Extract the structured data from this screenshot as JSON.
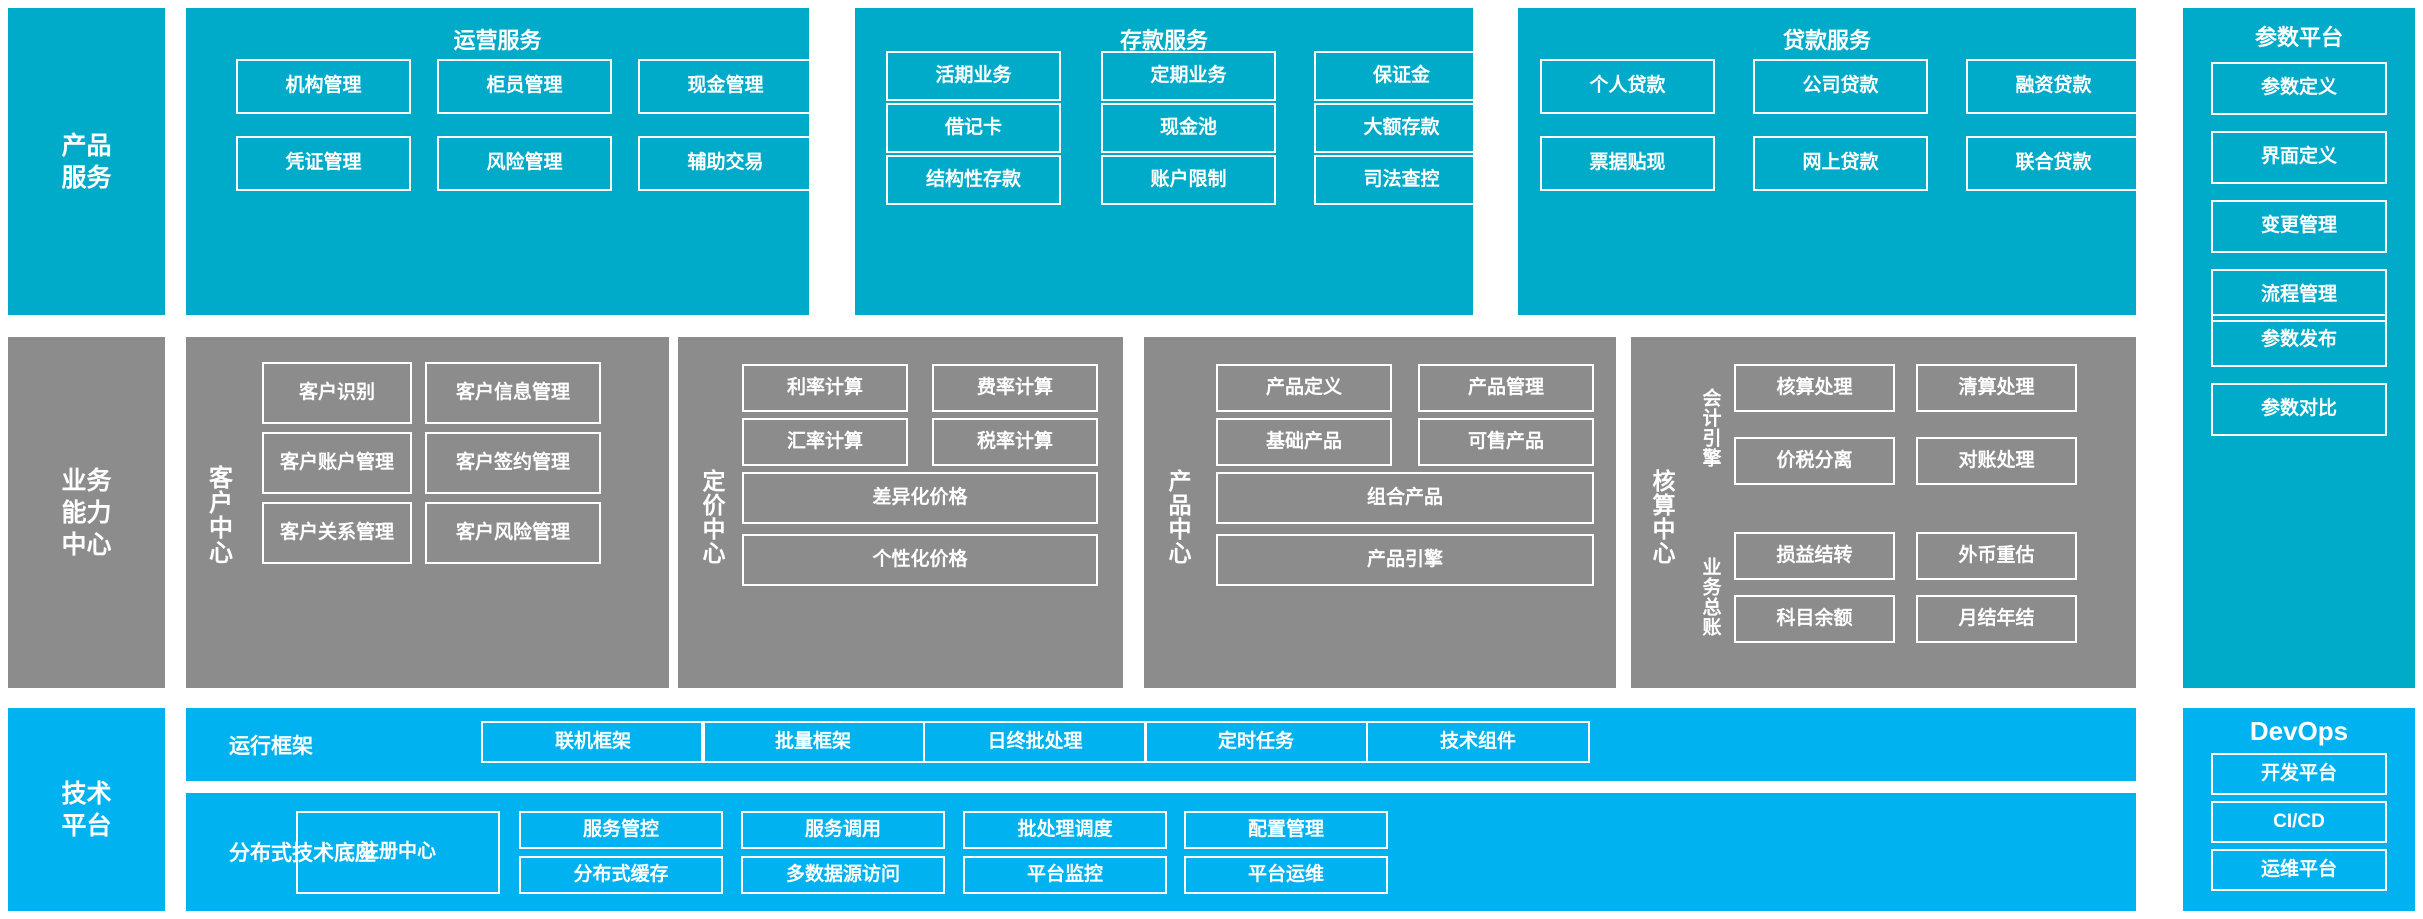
{
  "colors": {
    "teal": "#00abc9",
    "gray": "#8c8c8c",
    "blue": "#00b3f0",
    "border": "#ffffff",
    "background": "#ffffff"
  },
  "bands": {
    "product_services": {
      "label": "产品\n服务",
      "label_line1": "产品",
      "label_line2": "服务",
      "groups": [
        {
          "title": "运营服务",
          "items": [
            "机构管理",
            "柜员管理",
            "现金管理",
            "凭证管理",
            "风险管理",
            "辅助交易"
          ]
        },
        {
          "title": "存款服务",
          "items": [
            "活期业务",
            "定期业务",
            "保证金",
            "借记卡",
            "现金池",
            "大额存款",
            "结构性存款",
            "账户限制",
            "司法查控"
          ]
        },
        {
          "title": "贷款服务",
          "items": [
            "个人贷款",
            "公司贷款",
            "融资贷款",
            "票据贴现",
            "网上贷款",
            "联合贷款"
          ]
        }
      ]
    },
    "business_capability": {
      "label_line1": "业务",
      "label_line2": "能力",
      "label_line3": "中心",
      "centers": [
        {
          "name": "客户中心",
          "rows": [
            [
              "客户识别",
              "客户信息管理"
            ],
            [
              "客户账户管理",
              "客户签约管理"
            ],
            [
              "客户关系管理",
              "客户风险管理"
            ]
          ]
        },
        {
          "name": "定价中心",
          "rows": [
            [
              "利率计算",
              "费率计算"
            ],
            [
              "汇率计算",
              "税率计算"
            ]
          ],
          "wide": [
            "差异化价格",
            "个性化价格"
          ]
        },
        {
          "name": "产品中心",
          "rows": [
            [
              "产品定义",
              "产品管理"
            ],
            [
              "基础产品",
              "可售产品"
            ]
          ],
          "wide": [
            "组合产品",
            "产品引擎"
          ]
        },
        {
          "name": "核算中心",
          "subgroups": [
            {
              "name": "会计引擎",
              "rows": [
                [
                  "核算处理",
                  "清算处理"
                ],
                [
                  "价税分离",
                  "对账处理"
                ]
              ]
            },
            {
              "name": "业务总账",
              "rows": [
                [
                  "损益结转",
                  "外币重估"
                ],
                [
                  "科目余额",
                  "月结年结"
                ]
              ]
            }
          ]
        }
      ]
    },
    "technology_platform": {
      "label_line1": "技术",
      "label_line2": "平台",
      "rows": [
        {
          "label": "运行框架",
          "items": [
            "联机框架",
            "批量框架",
            "日终批处理",
            "定时任务",
            "技术组件"
          ]
        },
        {
          "label": "分布式技术底座",
          "anchor": "注册中心",
          "items_top": [
            "服务管控",
            "服务调用",
            "批处理调度",
            "配置管理"
          ],
          "items_bottom": [
            "分布式缓存",
            "多数据源访问",
            "平台监控",
            "平台运维"
          ]
        }
      ]
    }
  },
  "right_column": {
    "parameter_platform": {
      "title": "参数平台",
      "items": [
        "参数定义",
        "界面定义",
        "变更管理",
        "流程管理",
        "参数发布",
        "参数对比"
      ]
    },
    "devops": {
      "title": "DevOps",
      "items": [
        "开发平台",
        "CI/CD",
        "运维平台"
      ]
    }
  }
}
